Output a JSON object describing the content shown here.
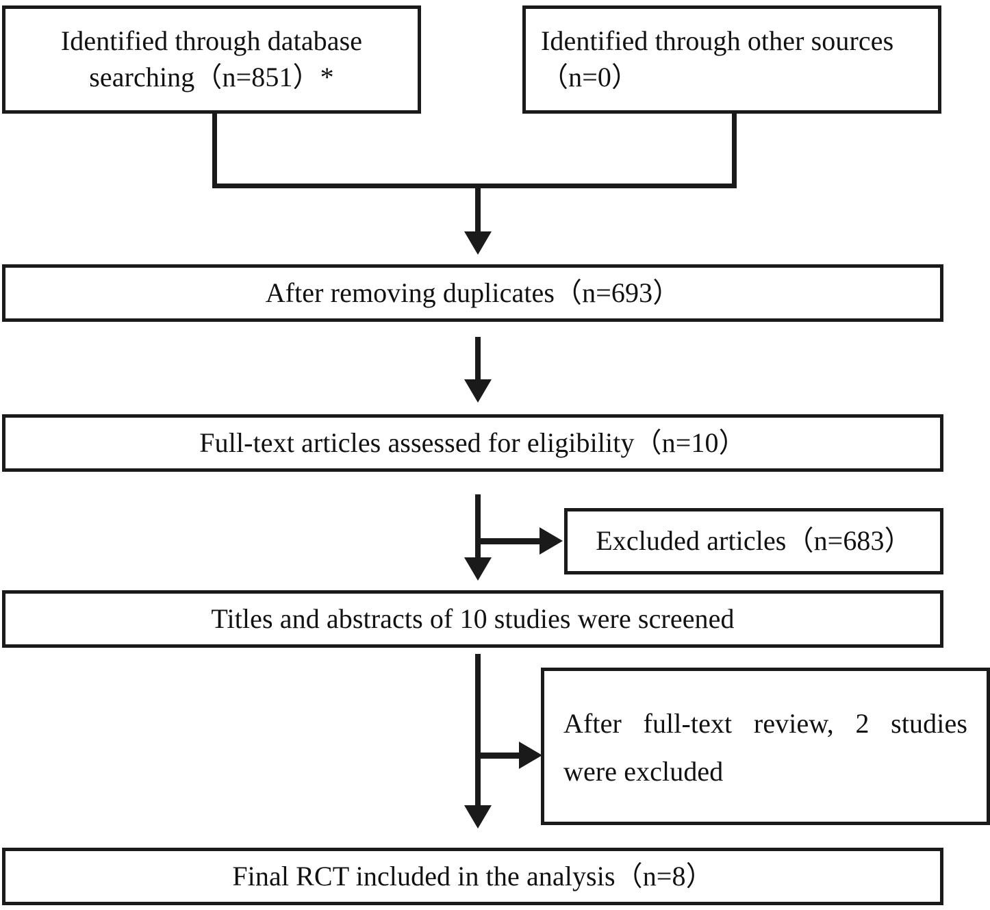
{
  "diagram": {
    "type": "prisma-flow-diagram",
    "title": "PRISMA study selection flow diagram",
    "line_color": "#1a1a1a",
    "background_color": "#ffffff",
    "nodes": [
      {
        "id": "database-searching",
        "label": "Identified through database\nsearching（n=851）*",
        "count": 851,
        "align": "center"
      },
      {
        "id": "other-sources",
        "label": "Identified through other sources\n（n=0）",
        "count": 0,
        "align": "left"
      },
      {
        "id": "after-removing-duplicates",
        "label": "After removing duplicates（n=693）",
        "count": 693,
        "align": "center"
      },
      {
        "id": "full-text-assessed",
        "label": "Full-text articles assessed for eligibility（n=10）",
        "count": 10,
        "align": "center"
      },
      {
        "id": "excluded-articles",
        "label": "Excluded articles（n=683）",
        "count": 683,
        "align": "center"
      },
      {
        "id": "titles-abstracts-screened",
        "label": "Titles and abstracts of 10 studies were screened",
        "count": 10,
        "align": "center"
      },
      {
        "id": "after-full-text-review",
        "label": "After full-text review, 2 studies were excluded",
        "count": 2,
        "align": "justify"
      },
      {
        "id": "final-rct-included",
        "label": "Final RCT included in the analysis（n=8）",
        "count": 8,
        "align": "center"
      }
    ]
  }
}
